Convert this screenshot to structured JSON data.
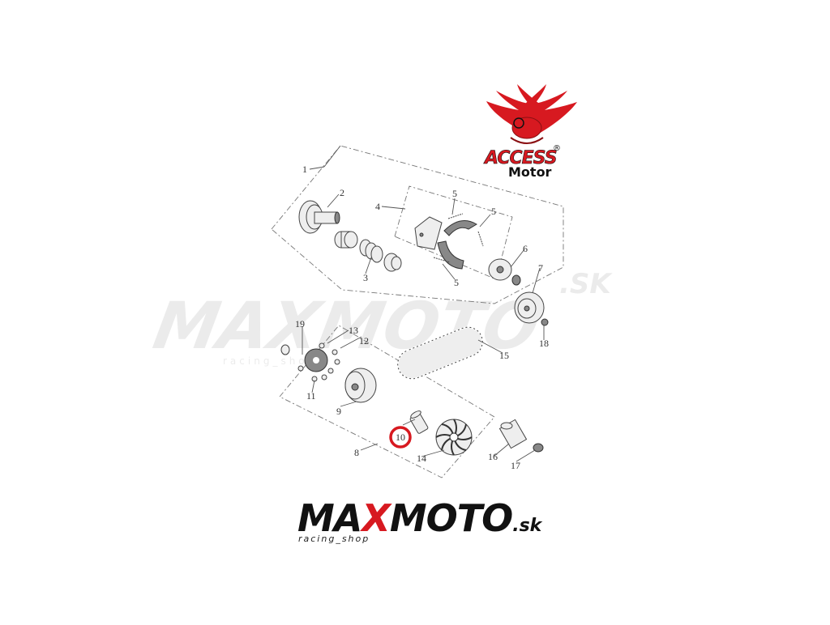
{
  "callouts": [
    "1",
    "2",
    "3",
    "4",
    "5",
    "5",
    "5",
    "6",
    "7",
    "8",
    "9",
    "10",
    "11",
    "12",
    "13",
    "14",
    "15",
    "16",
    "17",
    "18",
    "19"
  ],
  "watermark": {
    "main": "MAXMOTO",
    "suffix": ".SK",
    "tag": "racing_shop"
  },
  "brand": {
    "main_1": "MA",
    "main_x": "X",
    "main_2": "MOTO",
    "suffix": ".sk",
    "tagline": "racing_shop"
  },
  "logo": {
    "name": "ACCESS",
    "sub": "Motor",
    "reg": "®"
  },
  "colors": {
    "accent": "#d71920",
    "highlight_circle": "#d71920",
    "ink": "#333333"
  }
}
